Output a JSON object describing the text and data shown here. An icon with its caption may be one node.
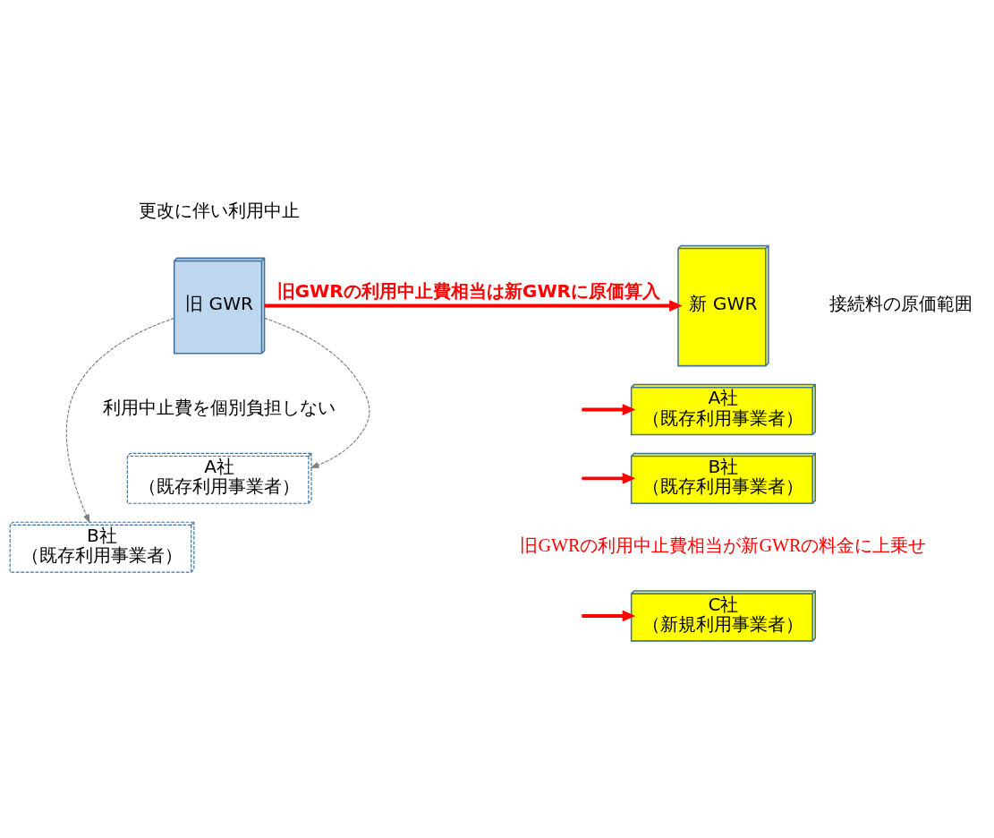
{
  "diagram": {
    "nodes": [
      {
        "text": [
          "旧 GWR"
        ]
      },
      {
        "text": [
          "新 GWR"
        ]
      },
      {
        "text": [
          "A社",
          "（既存利用事業者）"
        ]
      },
      {
        "text": [
          "B社",
          "（既存利用事業者）"
        ]
      },
      {
        "text": [
          "A社",
          "（既存利用事業者）"
        ]
      },
      {
        "text": [
          "B社",
          "（既存利用事業者）"
        ]
      },
      {
        "text": [
          "C社",
          "（新規利用事業者）"
        ]
      }
    ],
    "edges": [
      {
        "from": 0,
        "to": 1,
        "arrow": "to",
        "label": "旧GWRの利用中止費相当は新GWRに原価算入"
      },
      {
        "from": 0,
        "to": 2,
        "arrow": "to",
        "style": "dashed",
        "color": "#7f7f7f"
      },
      {
        "from": 0,
        "to": 3,
        "arrow": "to",
        "style": "dashed",
        "color": "#7f7f7f"
      },
      {
        "from": null,
        "to": 4,
        "arrow": "to"
      },
      {
        "from": null,
        "to": 5,
        "arrow": "to"
      },
      {
        "from": null,
        "to": 6,
        "arrow": "to"
      }
    ],
    "labels": [
      "更改に伴い利用中止",
      "接続料の原価範囲",
      "利用中止費を個別負担しない",
      "旧GWRの利用中止費相当が新GWRの料金に上乗せ"
    ]
  }
}
